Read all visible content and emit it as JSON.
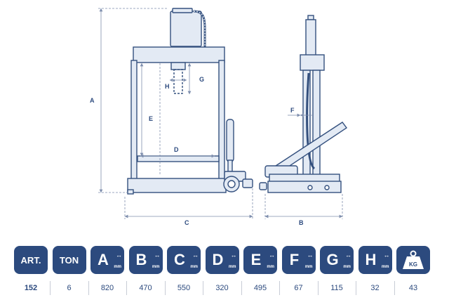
{
  "dimension_labels": {
    "A": "A",
    "B": "B",
    "C": "C",
    "D": "D",
    "E": "E",
    "F": "F",
    "G": "G",
    "H": "H"
  },
  "spec_table": {
    "unit": "mm",
    "columns": [
      {
        "key": "art",
        "header": "ART.",
        "value": "152",
        "icon": "label-tile"
      },
      {
        "key": "ton",
        "header": "TON",
        "value": "6",
        "icon": "label-tile"
      },
      {
        "key": "a",
        "header": "A",
        "value": "820",
        "icon": "dimension-arrows-icon"
      },
      {
        "key": "b",
        "header": "B",
        "value": "470",
        "icon": "dimension-arrows-icon"
      },
      {
        "key": "c",
        "header": "C",
        "value": "550",
        "icon": "dimension-arrows-icon"
      },
      {
        "key": "d",
        "header": "D",
        "value": "320",
        "icon": "dimension-arrows-icon"
      },
      {
        "key": "e",
        "header": "E",
        "value": "495",
        "icon": "dimension-arrows-icon"
      },
      {
        "key": "f",
        "header": "F",
        "value": "67",
        "icon": "dimension-arrows-icon"
      },
      {
        "key": "g",
        "header": "G",
        "value": "115",
        "icon": "dimension-arrows-icon"
      },
      {
        "key": "h",
        "header": "H",
        "value": "32",
        "icon": "dimension-arrows-icon"
      },
      {
        "key": "kg",
        "header": "KG",
        "value": "43",
        "icon": "weight-icon"
      }
    ]
  },
  "colors": {
    "brand": "#2c4a7e",
    "machine_fill": "#e3eaf4",
    "machine_stroke": "#34507e",
    "dimension_line": "#7f8fae"
  }
}
